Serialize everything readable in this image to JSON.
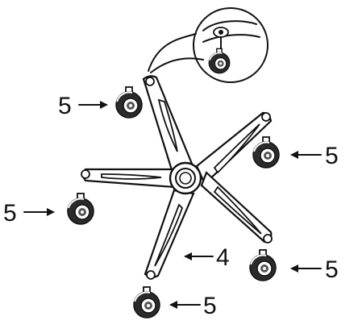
{
  "diagram": {
    "part_labels": {
      "base": "4",
      "caster": "5"
    },
    "colors": {
      "ink": "#111111",
      "paper": "#ffffff",
      "caster_hub": "#555555"
    },
    "caster_count": 5,
    "icons": [
      "arrow-icon",
      "caster-wheel-icon",
      "zoom-callout-icon"
    ]
  }
}
